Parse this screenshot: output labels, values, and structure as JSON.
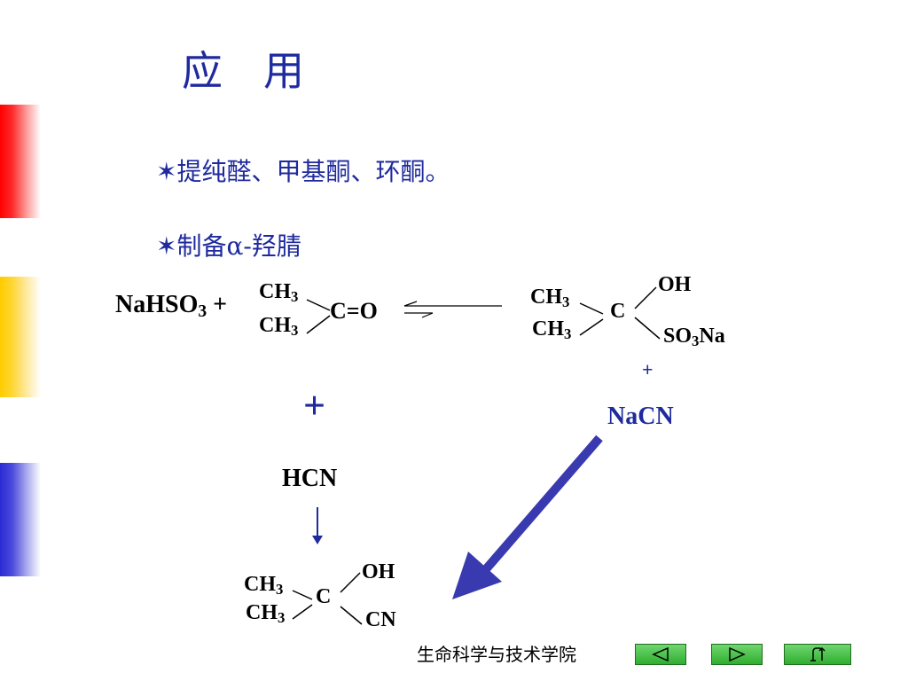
{
  "slide": {
    "title": "应　用",
    "bullets": [
      "✶提纯醛、甲基酮、环酮。",
      "✶制备α-羟腈"
    ]
  },
  "reaction": {
    "reagent_left_main": "NaHSO",
    "reagent_left_sub": "3",
    "reagent_left_plus": "+",
    "ch3_main": "CH",
    "ch3_sub": "3",
    "carbonyl": "C=O",
    "carbon": "C",
    "oh": "OH",
    "so3na_a": "SO",
    "so3na_sub": "3",
    "so3na_b": "Na",
    "small_plus": "+",
    "nacn": "NaCN",
    "big_plus": "+",
    "hcn": "HCN",
    "cn": "CN"
  },
  "footer": {
    "text": "生命科学与技术学院"
  },
  "nav": {
    "prev_icon": "triangle-left-icon",
    "next_icon": "triangle-right-icon",
    "return_icon": "return-arrow-icon",
    "color": "#3cc43c"
  },
  "colors": {
    "title_blue": "#1f2a9e",
    "arrow_blue": "#3a3ab0",
    "bar_red": "#ff0000",
    "bar_yellow": "#ffcc00",
    "bar_blue": "#2a2ad4"
  }
}
